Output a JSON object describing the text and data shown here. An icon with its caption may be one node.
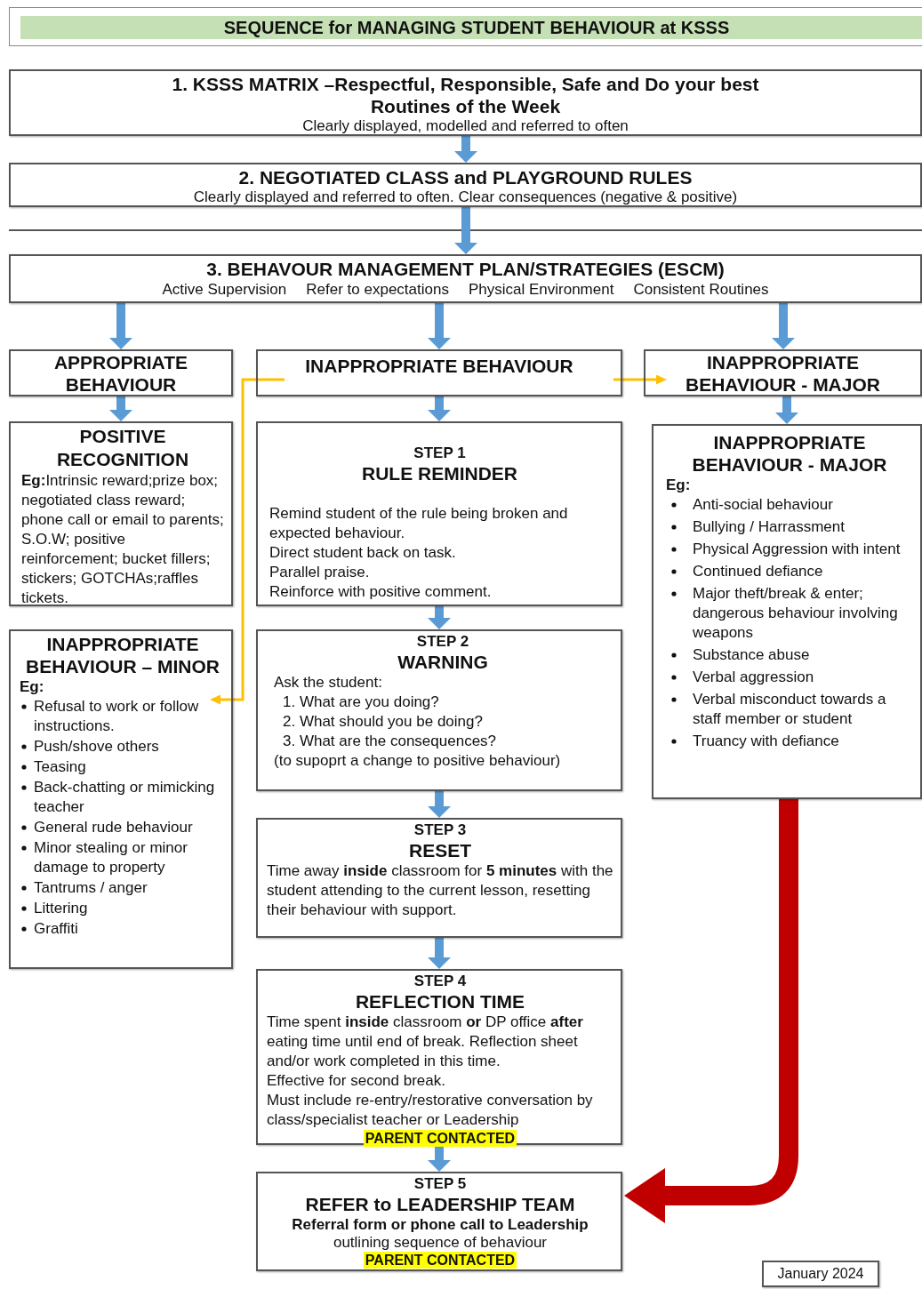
{
  "diagram": {
    "title": "SEQUENCE for MANAGING STUDENT BEHAVIOUR at KSSS",
    "nodes": [
      {
        "text": [
          "1.  KSSS MATRIX –Respectful, Responsible, Safe and Do your best",
          "Routines of the Week",
          "Clearly displayed, modelled and referred to often"
        ]
      },
      {
        "text": [
          "2.  NEGOTIATED CLASS and PLAYGROUND RULES",
          "Clearly displayed and referred to often.  Clear consequences (negative & positive)"
        ]
      },
      {
        "text": [
          "3.  BEHAVOUR MANAGEMENT PLAN/STRATEGIES (ESCM)",
          "Active Supervision",
          "Refer to expectations",
          "Physical Environment",
          "Consistent Routines"
        ]
      },
      {
        "text": [
          "APPROPRIATE BEHAVIOUR"
        ]
      },
      {
        "text": [
          "INAPPROPRIATE BEHAVIOUR"
        ]
      },
      {
        "text": [
          "INAPPROPRIATE BEHAVIOUR - MAJOR"
        ]
      },
      {
        "text": [
          "POSITIVE RECOGNITION",
          "**Eg:**Intrinsic reward;prize box; negotiated class reward; phone call or email to parents; S.O.W; positive reinforcement; bucket fillers; stickers; GOTCHAs;raffles tickets."
        ]
      },
      {
        "text": [
          "STEP 1",
          "RULE REMINDER",
          "Remind student of the rule being broken and expected behaviour.",
          "Direct student back on task.",
          "Parallel praise.",
          "Reinforce with positive comment."
        ]
      },
      {
        "text": [
          "INAPPROPRIATE BEHAVIOUR - MAJOR",
          "Eg:",
          "Anti-social behaviour",
          "Bullying / Harrassment",
          "Physical Aggression with intent",
          "Continued defiance",
          "Major theft/break & enter; dangerous behaviour involving weapons",
          "Substance abuse",
          "Verbal aggression",
          "Verbal misconduct towards a staff member or student",
          "Truancy with defiance"
        ]
      },
      {
        "text": [
          "INAPPROPRIATE BEHAVIOUR – MINOR",
          "Eg:",
          "Refusal to work or follow instructions.",
          "Push/shove others",
          "Teasing",
          "Back-chatting or mimicking teacher",
          "General rude behaviour",
          "Minor stealing or minor damage to property",
          "Tantrums / anger",
          "Littering",
          "Graffiti"
        ]
      },
      {
        "text": [
          "STEP 2",
          "WARNING",
          "Ask the student:",
          "1.  What are you doing?",
          "2.  What should you be doing?",
          "3.  What are the consequences?",
          "(to supoprt a change to positive behaviour)"
        ]
      },
      {
        "text": [
          "STEP 3",
          "RESET",
          "Time away **inside** classroom for **5 minutes** with the student attending to the current lesson, resetting their behaviour with support."
        ]
      },
      {
        "text": [
          "STEP 4",
          "REFLECTION TIME",
          "Time spent **inside** classroom **or** DP office **after** eating time until end of break. Reflection sheet and/or work completed in this time.",
          "Effective for second break.",
          "Must include re-entry/restorative conversation by class/specialist teacher or Leadership",
          "PARENT CONTACTED"
        ]
      },
      {
        "text": [
          "STEP 5",
          "REFER to LEADERSHIP TEAM",
          "Referral form or phone call to Leadership",
          "outlining sequence of behaviour",
          "PARENT CONTACTED"
        ]
      },
      {
        "text": [
          "January 2024"
        ]
      }
    ],
    "edges": [
      {
        "from": 0,
        "to": 1,
        "arrow": "to"
      },
      {
        "from": 1,
        "to": 2,
        "arrow": "to"
      },
      {
        "from": 2,
        "to": 3,
        "arrow": "to"
      },
      {
        "from": 2,
        "to": 4,
        "arrow": "to"
      },
      {
        "from": 2,
        "to": 5,
        "arrow": "to"
      },
      {
        "from": 3,
        "to": 6,
        "arrow": "to"
      },
      {
        "from": 4,
        "to": 7,
        "arrow": "to"
      },
      {
        "from": 5,
        "to": 8,
        "arrow": "to"
      },
      {
        "from": 4,
        "to": 9,
        "arrow": "to",
        "color": "#ffc000"
      },
      {
        "from": 4,
        "to": 5,
        "arrow": "to",
        "color": "#ffc000"
      },
      {
        "from": 7,
        "to": 10,
        "arrow": "to"
      },
      {
        "from": 10,
        "to": 11,
        "arrow": "to"
      },
      {
        "from": 11,
        "to": 12,
        "arrow": "to"
      },
      {
        "from": 12,
        "to": 13,
        "arrow": "to"
      },
      {
        "from": 8,
        "to": 13,
        "arrow": "to",
        "style": "thick",
        "color": "#c00000"
      }
    ]
  }
}
